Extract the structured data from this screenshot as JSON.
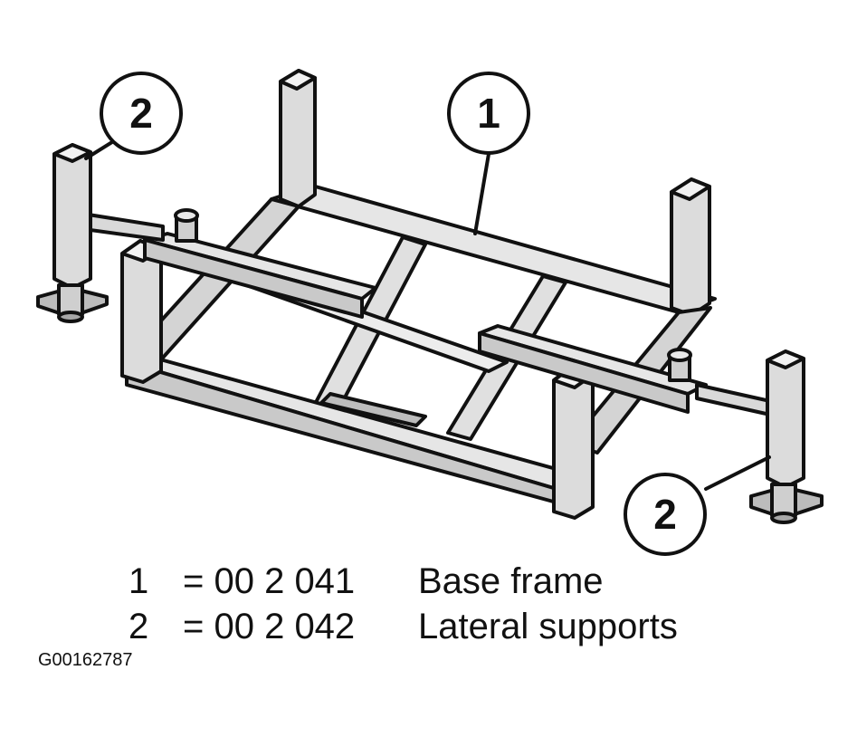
{
  "callouts": [
    {
      "number": "1",
      "part": "base-frame"
    },
    {
      "number": "2",
      "part": "lateral-support-left"
    },
    {
      "number": "2",
      "part": "lateral-support-right"
    }
  ],
  "legend": [
    {
      "number": "1",
      "code": "= 00 2 041",
      "description": "Base frame"
    },
    {
      "number": "2",
      "code": "= 00 2 042",
      "description": "Lateral supports"
    }
  ],
  "figure_id": "G00162787",
  "colors": {
    "line": "#111111",
    "fill_light": "#e6e6e6",
    "fill_mid": "#c9c9c9",
    "fill_dark": "#a8a8a8"
  }
}
